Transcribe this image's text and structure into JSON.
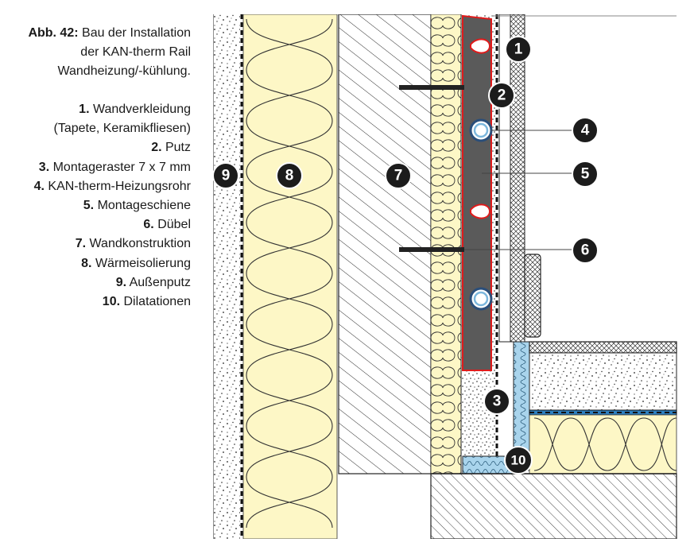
{
  "caption": {
    "label": "Abb. 42:",
    "title_lines": [
      "Bau der Installation",
      "der KAN-therm Rail",
      "Wandheizung/-kühlung."
    ]
  },
  "legend": [
    {
      "num": "1.",
      "text": "Wandverkleidung",
      "sub": "(Tapete, Keramikfliesen)"
    },
    {
      "num": "2.",
      "text": "Putz"
    },
    {
      "num": "3.",
      "text": "Montageraster 7 x 7 mm"
    },
    {
      "num": "4.",
      "text": "KAN-therm-Heizungsrohr"
    },
    {
      "num": "5.",
      "text": "Montageschiene"
    },
    {
      "num": "6.",
      "text": "Dübel"
    },
    {
      "num": "7.",
      "text": "Wandkonstruktion"
    },
    {
      "num": "8.",
      "text": "Wärmeisolierung"
    },
    {
      "num": "9.",
      "text": "Außenputz"
    },
    {
      "num": "10.",
      "text": "Dilatationen"
    }
  ],
  "callouts": [
    "1",
    "2",
    "3",
    "4",
    "5",
    "6",
    "7",
    "8",
    "9",
    "10"
  ],
  "colors": {
    "insulation": "#fdf7c6",
    "rail": "#5a5a5a",
    "rail_outline": "#e01b1b",
    "dilatation": "#a9d4ec",
    "callout": "#1c1c1c"
  }
}
